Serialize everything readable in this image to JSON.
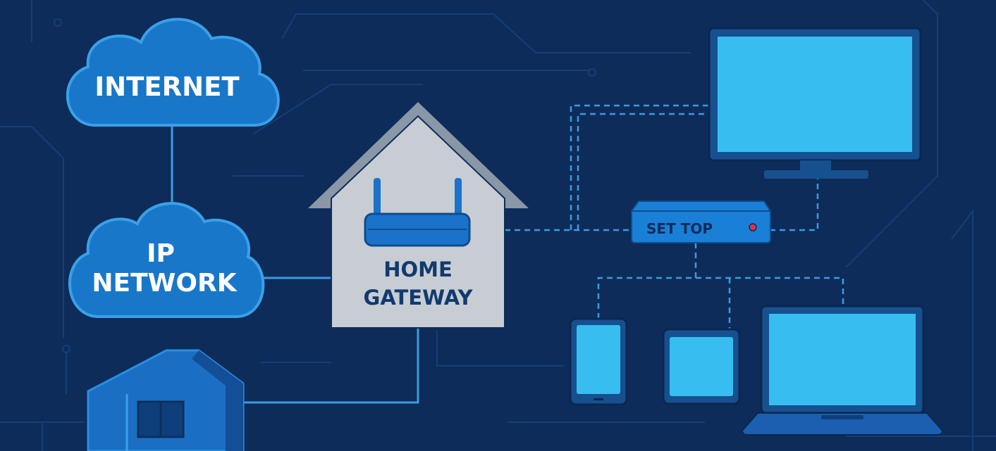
{
  "colors": {
    "background": "#0d2c5a",
    "circuit": "#163f78",
    "cloud_fill": "#1877c9",
    "cloud_stroke": "#3aa0e8",
    "link": "#3b9be0",
    "gateway_wall": "#c8cdd4",
    "gateway_roof": "#8a97a7",
    "router": "#1a73c8",
    "device_screen": "#38bdf0",
    "device_frame": "#1b5fb0",
    "settop_body": "#1a7fd6",
    "settop_led": "#e0304a",
    "label_white": "#ffffff",
    "label_dark": "#123a6e"
  },
  "nodes": {
    "internet": {
      "label": "INTERNET",
      "icon": "cloud-icon"
    },
    "ip_network": {
      "label_line1": "IP",
      "label_line2": "NETWORK",
      "icon": "cloud-icon"
    },
    "home_gateway": {
      "label_line1": "HOME",
      "label_line2": "GATEWAY",
      "icon": "router-icon"
    },
    "set_top": {
      "label": "SET TOP",
      "icon": "set-top-box-icon"
    },
    "house": {
      "icon": "house-icon"
    },
    "tv": {
      "icon": "tv-icon"
    },
    "phone": {
      "icon": "phone-icon"
    },
    "tablet": {
      "icon": "tablet-icon"
    },
    "laptop": {
      "icon": "laptop-icon"
    }
  }
}
